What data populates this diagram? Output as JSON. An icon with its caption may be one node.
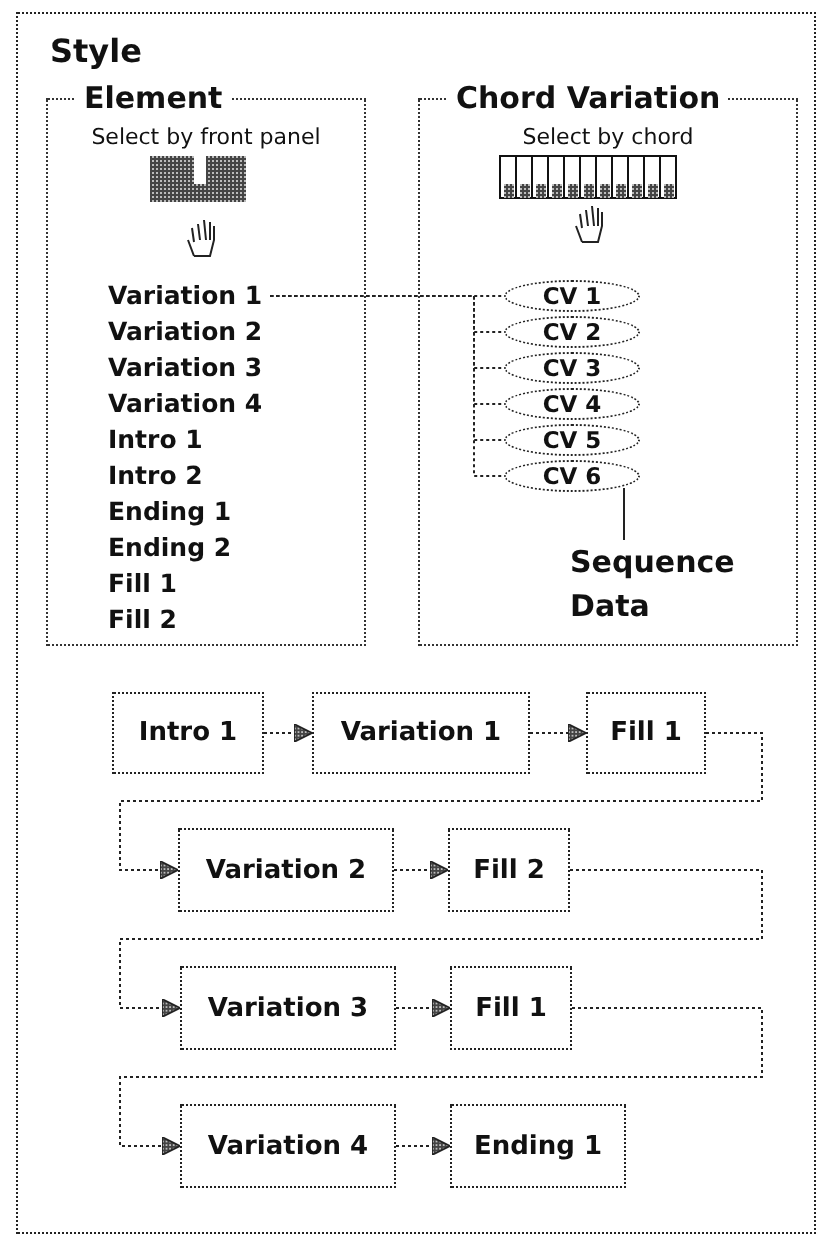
{
  "diagram": {
    "nodes": [
      {
        "text": [
          "Style"
        ]
      },
      {
        "text": [
          "Element",
          "Select by front panel"
        ],
        "in": 0
      },
      {
        "text": [
          "Variation 1"
        ],
        "in": 1
      },
      {
        "text": [
          "Variation 2"
        ],
        "in": 1
      },
      {
        "text": [
          "Variation 3"
        ],
        "in": 1
      },
      {
        "text": [
          "Variation 4"
        ],
        "in": 1
      },
      {
        "text": [
          "Intro 1"
        ],
        "in": 1
      },
      {
        "text": [
          "Intro 2"
        ],
        "in": 1
      },
      {
        "text": [
          "Ending 1"
        ],
        "in": 1
      },
      {
        "text": [
          "Ending 2"
        ],
        "in": 1
      },
      {
        "text": [
          "Fill 1"
        ],
        "in": 1
      },
      {
        "text": [
          "Fill 2"
        ],
        "in": 1
      },
      {
        "text": [
          "Chord Variation",
          "Select by chord"
        ],
        "in": 0
      },
      {
        "text": [
          "CV 1"
        ],
        "in": 12
      },
      {
        "text": [
          "CV 2"
        ],
        "in": 12
      },
      {
        "text": [
          "CV 3"
        ],
        "in": 12
      },
      {
        "text": [
          "CV 4"
        ],
        "in": 12
      },
      {
        "text": [
          "CV 5"
        ],
        "in": 12
      },
      {
        "text": [
          "CV 6"
        ],
        "in": 12
      },
      {
        "text": [
          "Sequence Data"
        ],
        "in": 12
      },
      {
        "text": [
          "Intro 1"
        ],
        "in": 0
      },
      {
        "text": [
          "Variation 1"
        ],
        "in": 0
      },
      {
        "text": [
          "Fill 1"
        ],
        "in": 0
      },
      {
        "text": [
          "Variation 2"
        ],
        "in": 0
      },
      {
        "text": [
          "Fill 2"
        ],
        "in": 0
      },
      {
        "text": [
          "Variation 3"
        ],
        "in": 0
      },
      {
        "text": [
          "Fill 1"
        ],
        "in": 0
      },
      {
        "text": [
          "Variation 4"
        ],
        "in": 0
      },
      {
        "text": [
          "Ending 1"
        ],
        "in": 0
      }
    ],
    "edges": [
      {
        "from": 2,
        "to": 13,
        "arrow": "none",
        "style": "dashed"
      },
      {
        "from": 2,
        "to": 14,
        "arrow": "none",
        "style": "dashed"
      },
      {
        "from": 2,
        "to": 15,
        "arrow": "none",
        "style": "dashed"
      },
      {
        "from": 2,
        "to": 16,
        "arrow": "none",
        "style": "dashed"
      },
      {
        "from": 2,
        "to": 17,
        "arrow": "none",
        "style": "dashed"
      },
      {
        "from": 2,
        "to": 18,
        "arrow": "none",
        "style": "dashed"
      },
      {
        "from": 18,
        "to": 19,
        "arrow": "none"
      },
      {
        "from": 20,
        "to": 21,
        "arrow": "to",
        "style": "dashed"
      },
      {
        "from": 21,
        "to": 22,
        "arrow": "to",
        "style": "dashed"
      },
      {
        "from": 22,
        "to": 23,
        "arrow": "to",
        "style": "dashed"
      },
      {
        "from": 23,
        "to": 24,
        "arrow": "to",
        "style": "dashed"
      },
      {
        "from": 24,
        "to": 25,
        "arrow": "to",
        "style": "dashed"
      },
      {
        "from": 25,
        "to": 26,
        "arrow": "to",
        "style": "dashed"
      },
      {
        "from": 26,
        "to": 27,
        "arrow": "to",
        "style": "dashed"
      },
      {
        "from": 27,
        "to": 28,
        "arrow": "to",
        "style": "dashed"
      }
    ]
  }
}
